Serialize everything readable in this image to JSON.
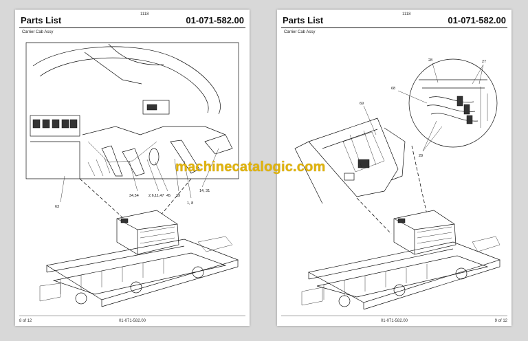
{
  "left_page": {
    "title": "Parts List",
    "code": "1118",
    "part_number": "01-071-582.00",
    "subtitle": "Carrier Cab Assy",
    "footer_page": "8 of 12",
    "footer_part_number": "01-071-582.00",
    "callouts": [
      "63",
      "34,54",
      "2,6,11,47",
      "45",
      "39",
      "1, 8",
      "14, 31"
    ]
  },
  "right_page": {
    "title": "Parts List",
    "code": "1118",
    "part_number": "01-071-582.00",
    "subtitle": "Carrier Cab Assy",
    "footer_page": "9 of 12",
    "footer_part_number": "01-071-582.00",
    "callouts": [
      "28",
      "27",
      "68",
      "69",
      "29"
    ]
  },
  "watermark": "machinecatalogic.com"
}
